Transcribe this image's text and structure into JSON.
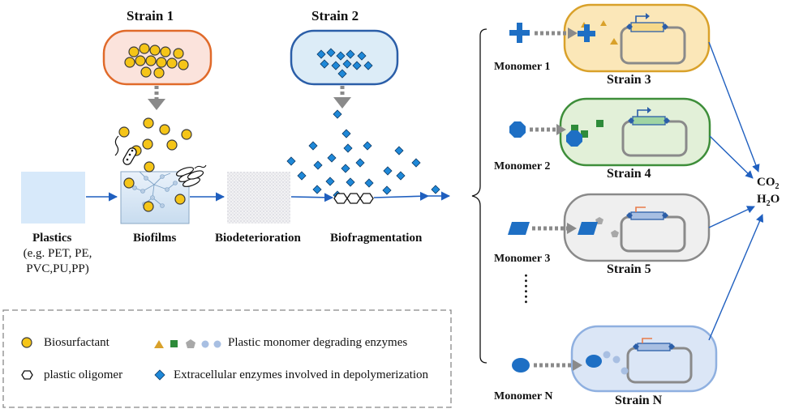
{
  "strains_top": {
    "strain1": "Strain 1",
    "strain2": "Strain 2"
  },
  "stages": {
    "plastics_title": "Plastics",
    "plastics_line1": "(e.g. PET, PE,",
    "plastics_line2": "PVC,PU,PP)",
    "biofilms": "Biofilms",
    "biodeterioration": "Biodeterioration",
    "biofragmentation": "Biofragmentation"
  },
  "legend": {
    "biosurfactant": "Biosurfactant",
    "oligomer": "plastic oligomer",
    "monomer_enzymes": "Plastic monomer degrading enzymes",
    "extracellular": "Extracellular enzymes involved in depolymerization"
  },
  "monomers": {
    "m1": "Monomer 1",
    "m2": "Monomer 2",
    "m3": "Monomer 3",
    "mn": "Monomer N",
    "dots": "......"
  },
  "strains_right": {
    "s3": "Strain 3",
    "s4": "Strain 4",
    "s5": "Strain 5",
    "sn": "Strain N"
  },
  "products": {
    "co2": "CO",
    "co2_sub": "2",
    "h2o_h": "H",
    "h2o_sub": "2",
    "h2o_o": "O"
  },
  "colors": {
    "arrow_blue": "#1f5fbf",
    "grey_arrow": "#8a8a8a",
    "biosurfactant": "#f5c518",
    "enzyme_blue": "#1e88d8",
    "strain1_border": "#e06a2a",
    "strain2_border": "#2b5ea8",
    "strain3_fill": "#fbe7b8",
    "strain4_fill": "#e2f0d8",
    "strain5_fill": "#efefef",
    "strainn_fill": "#dbe6f6"
  }
}
